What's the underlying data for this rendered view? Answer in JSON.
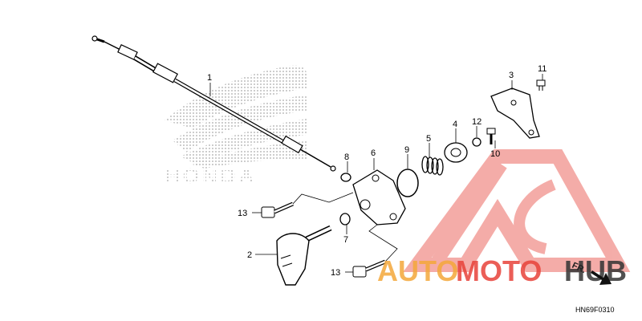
{
  "diagram_code": "HN69F0310",
  "brand_background": "HONDA",
  "watermark": {
    "part1": "AUTO",
    "part2": "MOTO",
    "part3": "HUB",
    "color_red": "#e8433a",
    "color_orange": "#f4a83a",
    "color_dark": "#333333"
  },
  "front_marker": "FR.",
  "callouts": {
    "c1": "1",
    "c2": "2",
    "c3": "3",
    "c4": "4",
    "c5": "5",
    "c6": "6",
    "c7": "7",
    "c8": "8",
    "c9": "9",
    "c10": "10",
    "c11": "11",
    "c12": "12",
    "c13a": "13",
    "c13b": "13"
  }
}
